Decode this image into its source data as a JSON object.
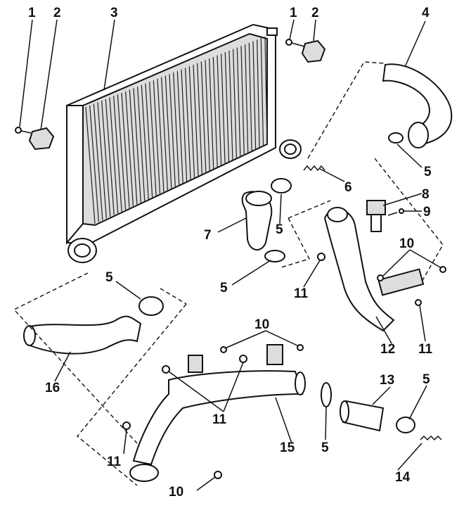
{
  "labels": {
    "l1a": "1",
    "l2a": "2",
    "l3": "3",
    "l1b": "1",
    "l2b": "2",
    "l4": "4",
    "l5a": "5",
    "l6": "6",
    "l7": "7",
    "l5b": "5",
    "l8": "8",
    "l9": "9",
    "l5c": "5",
    "l11a": "11",
    "l10a": "10",
    "l5d": "5",
    "l12": "12",
    "l11b": "11",
    "l16": "16",
    "l10b": "10",
    "l13": "13",
    "l5e": "5",
    "l11c": "11",
    "l15": "15",
    "l5f": "5",
    "l11d": "11",
    "l14": "14",
    "l10c": "10"
  }
}
